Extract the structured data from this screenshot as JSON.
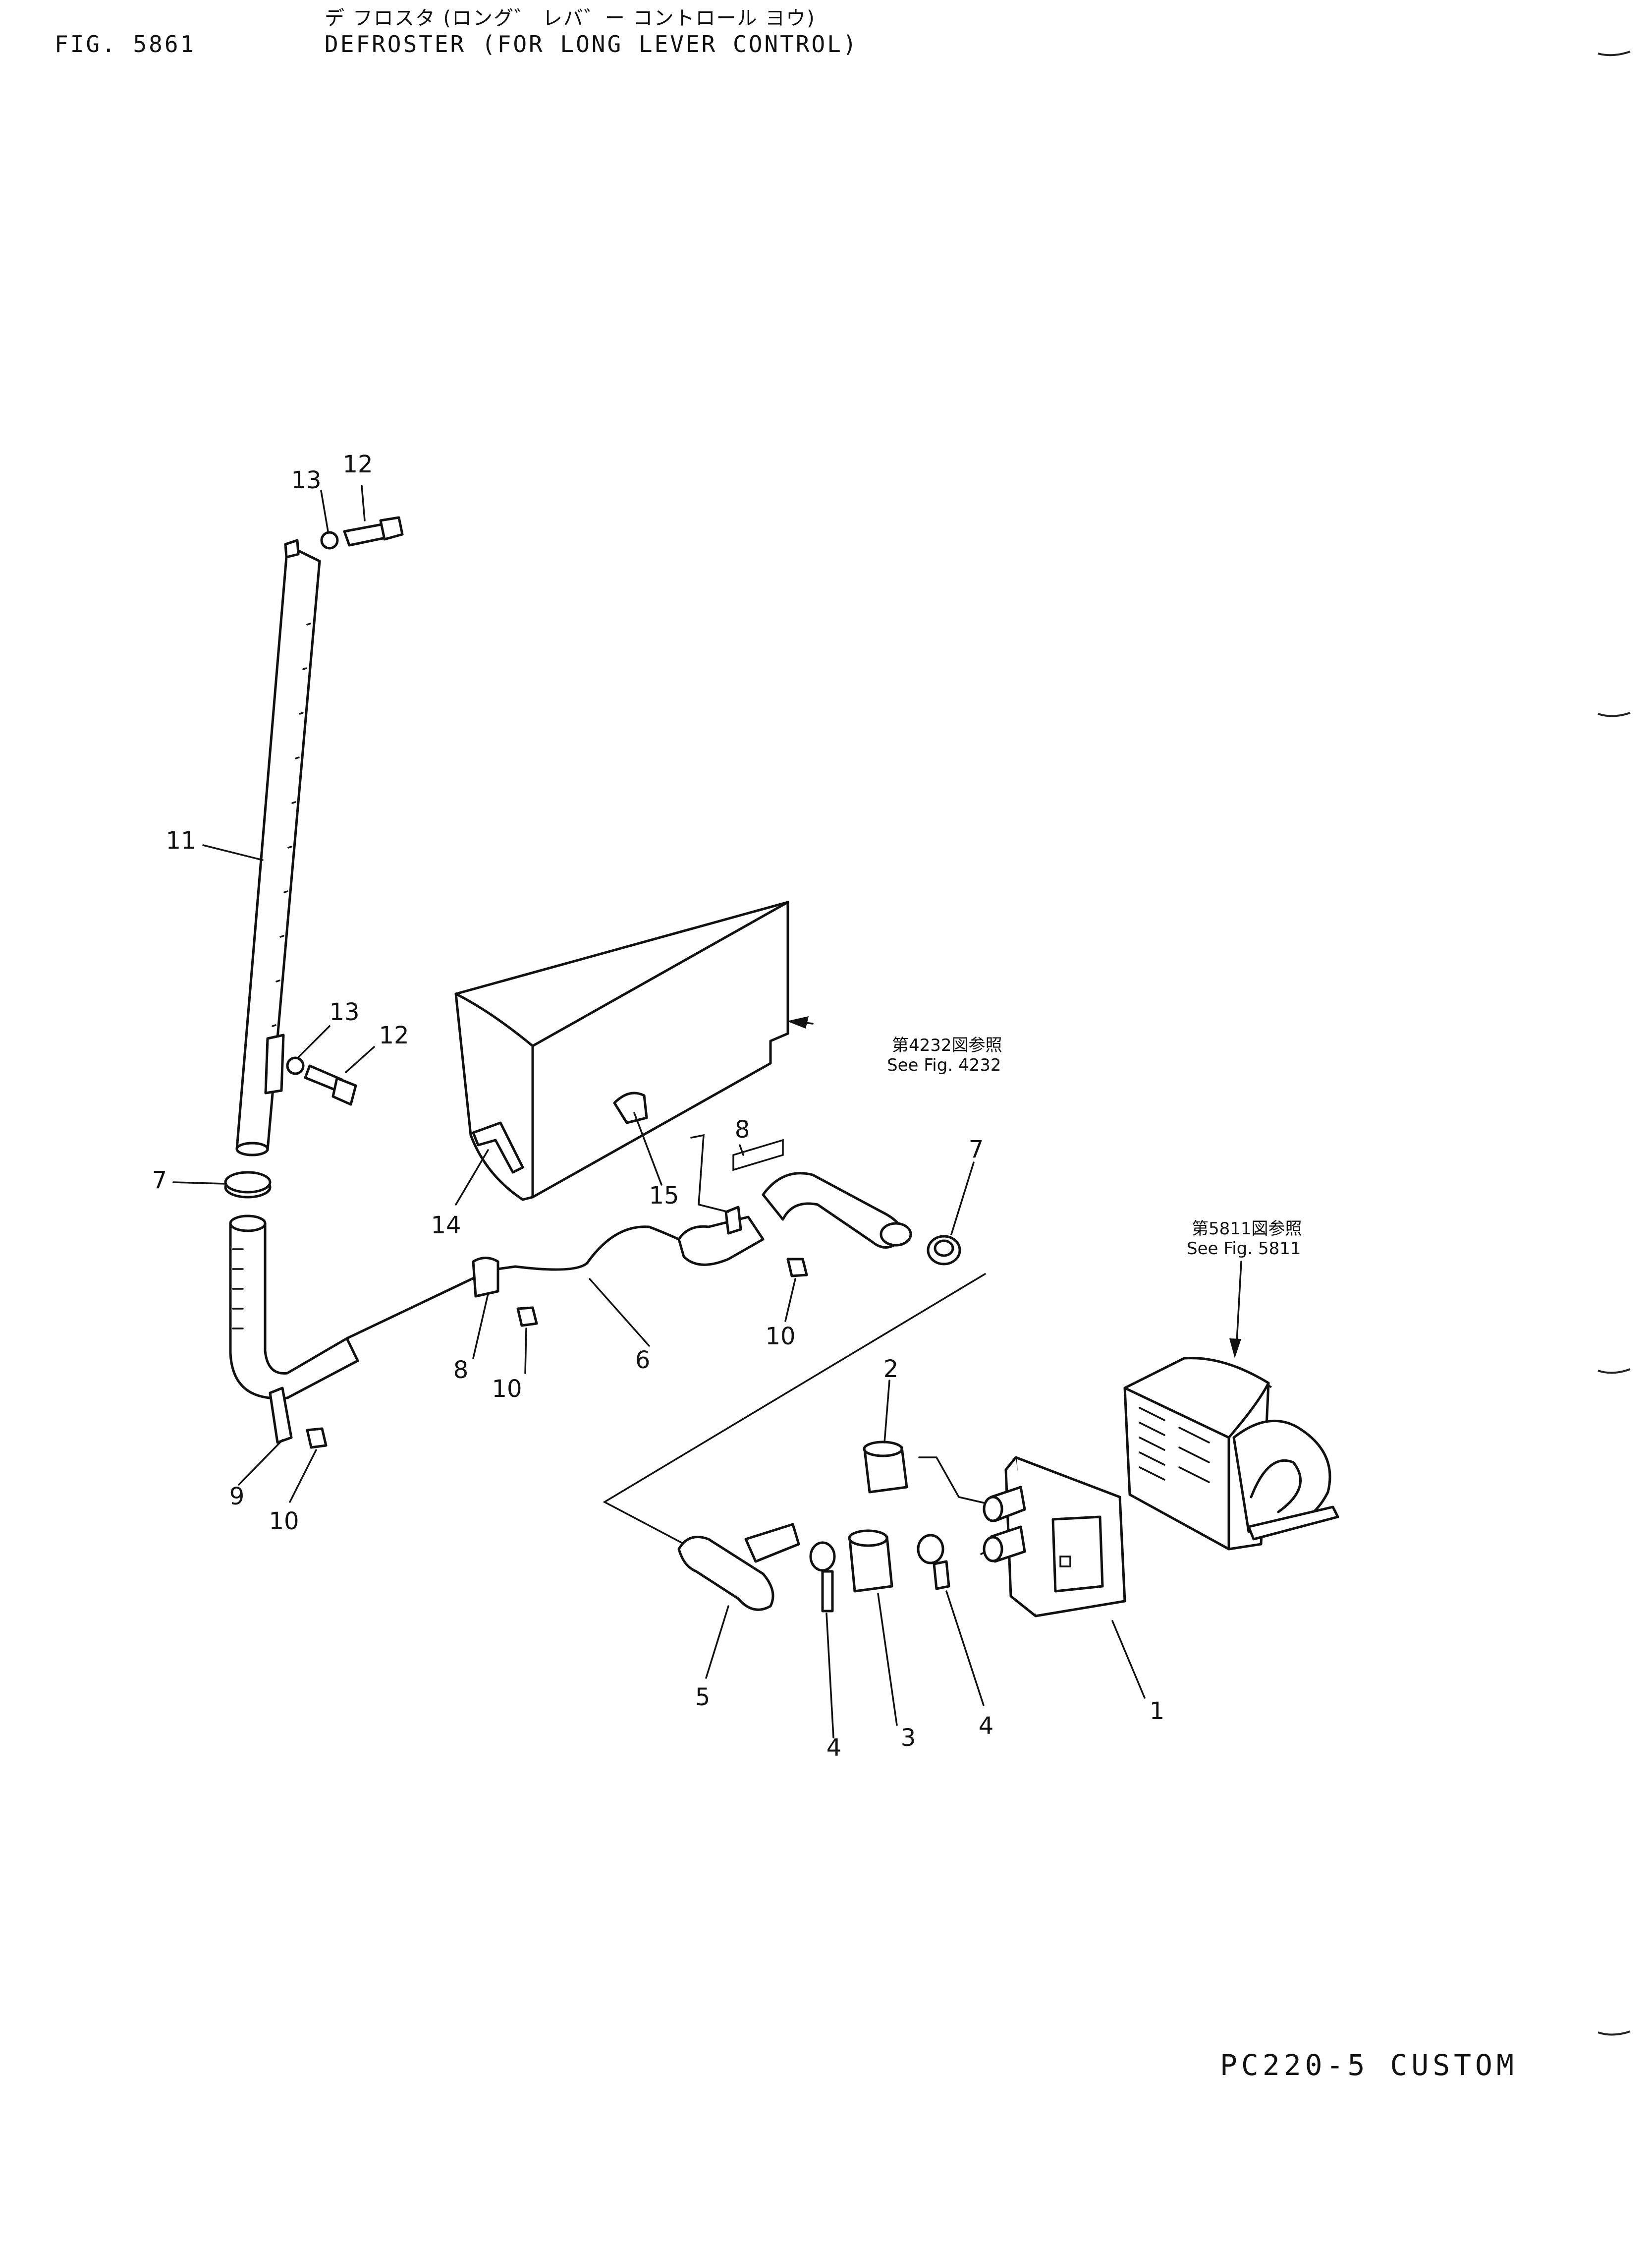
{
  "header": {
    "figure_number": "FIG. 5861",
    "title_japanese": "デ フロスタ (ロング゛ レバ゛ー コントロール ヨウ)",
    "title_english": "DEFROSTER (FOR LONG LEVER CONTROL)"
  },
  "references": [
    {
      "jp": "第4232図参照",
      "en": "See Fig. 4232"
    },
    {
      "jp": "第5811図参照",
      "en": "See Fig. 5811"
    }
  ],
  "callouts": [
    "13",
    "12",
    "11",
    "13",
    "12",
    "7",
    "14",
    "15",
    "8",
    "7",
    "8",
    "10",
    "10",
    "6",
    "9",
    "10",
    "2",
    "1",
    "5",
    "4",
    "3",
    "4"
  ],
  "footer": {
    "model": "PC220-5 CUSTOM"
  }
}
